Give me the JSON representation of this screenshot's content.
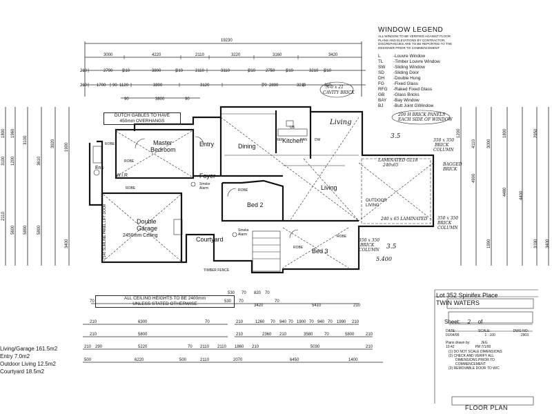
{
  "legend": {
    "title": "WINDOW LEGEND",
    "note": [
      "ALL WINDOW TO BE VERIFIED AGAINST FLOOR",
      "PLANS AND ELEVATIONS BY CONTRACTOR.",
      "DISCREPANCIES ARE TO BE REPORTED TO THE",
      "DESIGNER PRIOR TO COMMENCEMENT"
    ],
    "items": [
      {
        "code": "L",
        "desc": "-Louvre Window"
      },
      {
        "code": "TL",
        "desc": "-Timber Louvre Window"
      },
      {
        "code": "SW",
        "desc": "-Sliding Window"
      },
      {
        "code": "SD",
        "desc": "-Sliding Door"
      },
      {
        "code": "DH",
        "desc": "-Double Hung"
      },
      {
        "code": "FG",
        "desc": "-Fixed Glass"
      },
      {
        "code": "RFG",
        "desc": "-Raked Fixed Glass"
      },
      {
        "code": "GB",
        "desc": "-Glass Bricks"
      },
      {
        "code": "BAY",
        "desc": "-Bay Window"
      },
      {
        "code": "BJ",
        "desc": "-Butt Joint GWindow"
      }
    ]
  },
  "rooms": {
    "master": [
      "Master",
      "Bedroom"
    ],
    "entry": "Entry",
    "foyer": "Foyer",
    "dining": "Dining",
    "kitchen": "Kitchen",
    "living_top": "Living",
    "living": "Living",
    "bed2": "Bed 2",
    "bed3": "Bed 3",
    "courtyard": "Courtyard",
    "garage": [
      "Double",
      "Garage",
      "2450mm Ceiling"
    ],
    "outdoor": [
      "OUTDOOR",
      "LIVING"
    ],
    "wir": "W.I.R",
    "ens": "Ens",
    "robe": "ROBE",
    "ref": "REF",
    "pan": "PAN",
    "ub": "UB",
    "smoke": [
      "Smoke",
      "Alarm"
    ],
    "timber_fence": "TIMBER FENCE",
    "dw": "DW"
  },
  "dims": {
    "top_overall": "19230",
    "top_row1": [
      "3000",
      "4220",
      "2110",
      "3220",
      "3160",
      "3420"
    ],
    "top_row2": [
      "210",
      "2790",
      "210",
      "3800",
      "210",
      "2110",
      "3110",
      "210",
      "2750",
      "210",
      "3210",
      "210"
    ],
    "top_row3": [
      "210",
      "1700",
      "90",
      "1120",
      "3800",
      "3120",
      "70",
      "2890",
      "3210",
      "210"
    ],
    "top_row4": [
      "90",
      "3800",
      "90"
    ],
    "left": [
      "1800",
      "3100",
      "2110",
      "1960",
      "1200",
      "3100",
      "3610",
      "3920",
      "1900",
      "5600",
      "5890",
      "5800",
      "3400"
    ],
    "right": [
      "1200",
      "4110",
      "3000",
      "1800",
      "4900",
      "2950",
      "4480",
      "4400",
      "1990",
      "3190",
      "3400"
    ],
    "bottom1": [
      "210",
      "6300",
      "70",
      "210",
      "1260",
      "70",
      "940",
      "70",
      "1900",
      "70",
      "940",
      "70",
      "1990",
      "210"
    ],
    "bottom2": [
      "210",
      "5800",
      "210",
      "2360",
      "210",
      "3580",
      "70",
      "5800",
      "210"
    ],
    "bottom3": [
      "210",
      "290",
      "5220",
      "70",
      "2110",
      "2110",
      "1860",
      "210",
      "5030",
      "210"
    ],
    "bottom4": [
      "500",
      "6220",
      "500",
      "2110",
      "2070",
      "6450",
      "1400"
    ],
    "upper_bottom": [
      "70",
      "530",
      "70",
      "820",
      "70",
      "530",
      "70",
      "3420",
      "70",
      "5410",
      "210"
    ]
  },
  "notes": {
    "gables": [
      "DUTCH GABLES TO HAVE",
      "450mm OVERHANGS"
    ],
    "ceiling": [
      "ALL CEILING HEIGHTS TO BE 2400mm",
      "UNLESS STATED OTHERWISE"
    ],
    "cavity": [
      "N-0 x 21",
      "CAVITY BRICK"
    ],
    "beam_top": [
      "200 H BRICK PANELS",
      "EACH SIDE OF WINDOW"
    ],
    "lamiated": [
      "LAMINATED GL18",
      "240x65"
    ],
    "lam_bot": "240 x 65 LAMINATED",
    "brick_col": [
      "350 x 350",
      "BRICK",
      "COLUMN"
    ],
    "recessed": [
      "BAGGED",
      "BRICK"
    ],
    "dim_35": "3.5",
    "dim_51400": "5.400",
    "timber_posts": "2146 SLIMLINE PANEL LIFT DOOR"
  },
  "areas": [
    "Living/Garage 161.5m2",
    "Entry 7.0m2",
    "Outdoor Living 12.5m2",
    "Courtyard 18.5m2"
  ],
  "titleblock": {
    "lot": "Lot 352 Spinifex Place",
    "suburb": "TWIN WATERS",
    "sheet_label": "Sheet:",
    "sheet_value": "2",
    "of_label": "of",
    "date_label": "DATE:",
    "date": "01/04/99",
    "scale_label": "SCALE:",
    "scale": "1 : 100",
    "dwg_label": "DWG NO:",
    "dwg": "2903",
    "drawn_label": "Plans drawn by:",
    "drawn": "JEG",
    "time": "10:42",
    "time2": "PM 7/1/00",
    "notes": [
      "(1) DO NOT SCALE DIMENSIONS",
      "(2) CHECK AND VERIFY ALL",
      "DIMENSIONS PRIOR TO",
      "COMMENCEMENT",
      "(3) REMOVABLE DOOR TO W/C"
    ],
    "plan_title": "FLOOR PLAN"
  }
}
